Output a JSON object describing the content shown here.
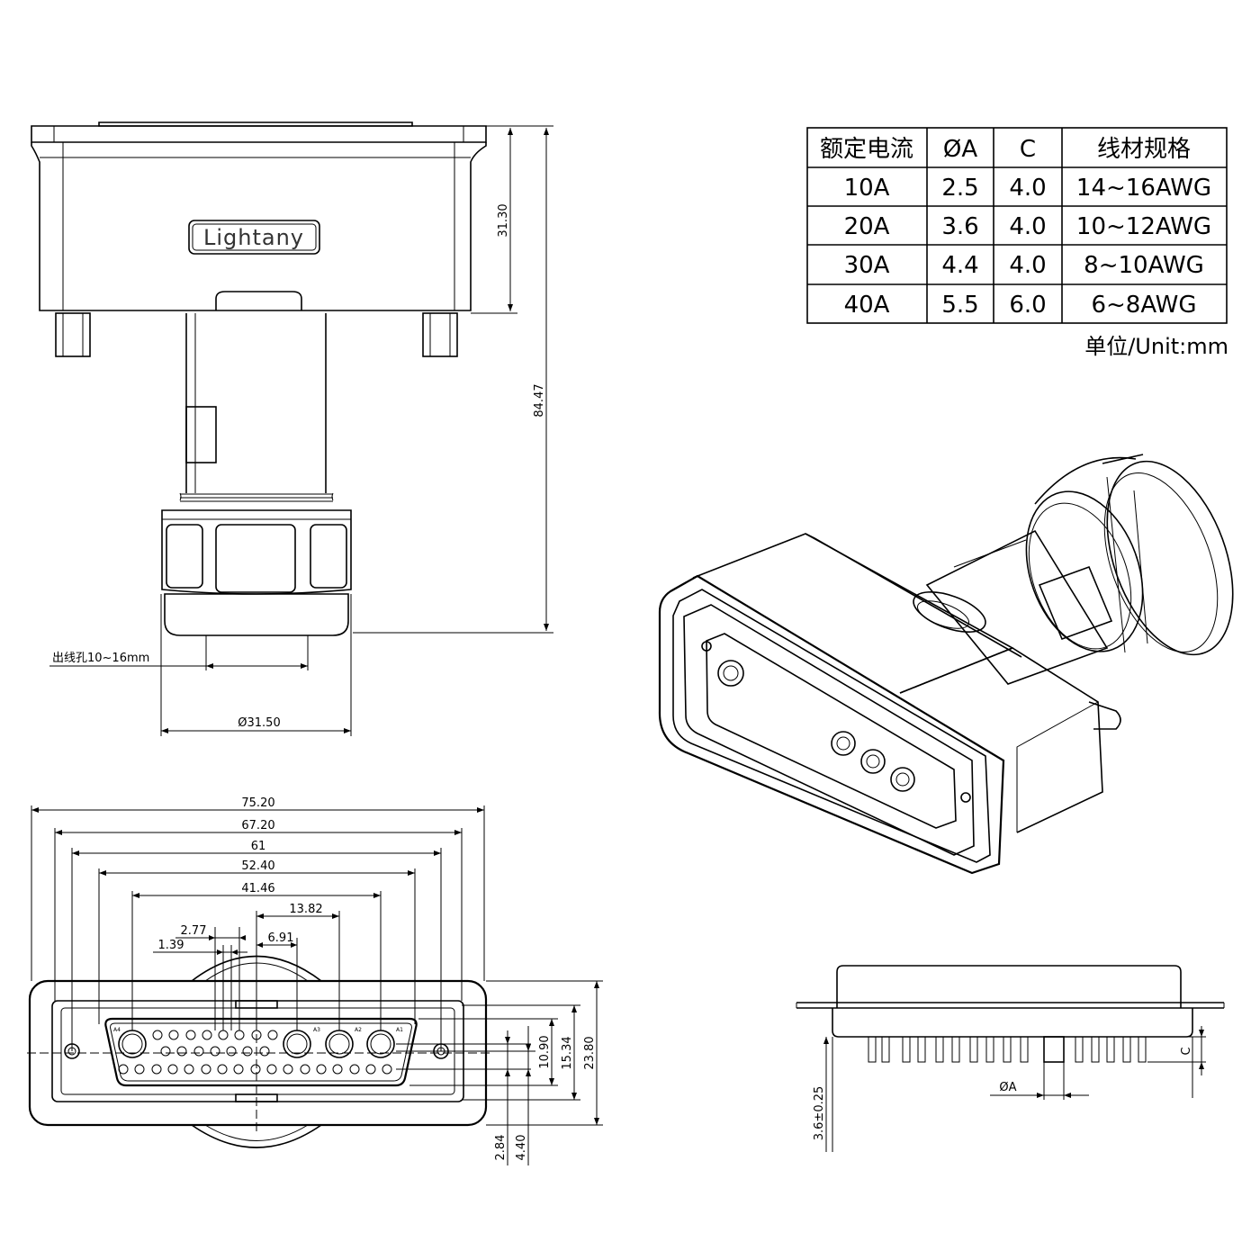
{
  "logo": "Lightany",
  "table": {
    "headers": [
      "额定电流",
      "ØA",
      "C",
      "线材规格"
    ],
    "rows": [
      [
        "10A",
        "2.5",
        "4.0",
        "14~16AWG"
      ],
      [
        "20A",
        "3.6",
        "4.0",
        "10~12AWG"
      ],
      [
        "30A",
        "4.4",
        "4.0",
        "8~10AWG"
      ],
      [
        "40A",
        "5.5",
        "6.0",
        "6~8AWG"
      ]
    ],
    "unit": "单位/Unit:mm"
  },
  "dims": {
    "height_31_30": "31.30",
    "height_84_47": "84.47",
    "cable_hole": "出线孔10~16mm",
    "dia_31_50": "Ø31.50",
    "w_75_20": "75.20",
    "w_67_20": "67.20",
    "w_61": "61",
    "w_52_40": "52.40",
    "w_41_46": "41.46",
    "w_13_82": "13.82",
    "w_2_77": "2.77",
    "w_6_91": "6.91",
    "w_1_39": "1.39",
    "h_10_90": "10.90",
    "h_15_34": "15.34",
    "h_23_80": "23.80",
    "h_2_84": "2.84",
    "h_4_40": "4.40",
    "pin_len": "3.6±0.25",
    "phi_a": "ØA",
    "c": "C"
  },
  "pin_labels": [
    "A1",
    "A2",
    "A3",
    "A4"
  ]
}
